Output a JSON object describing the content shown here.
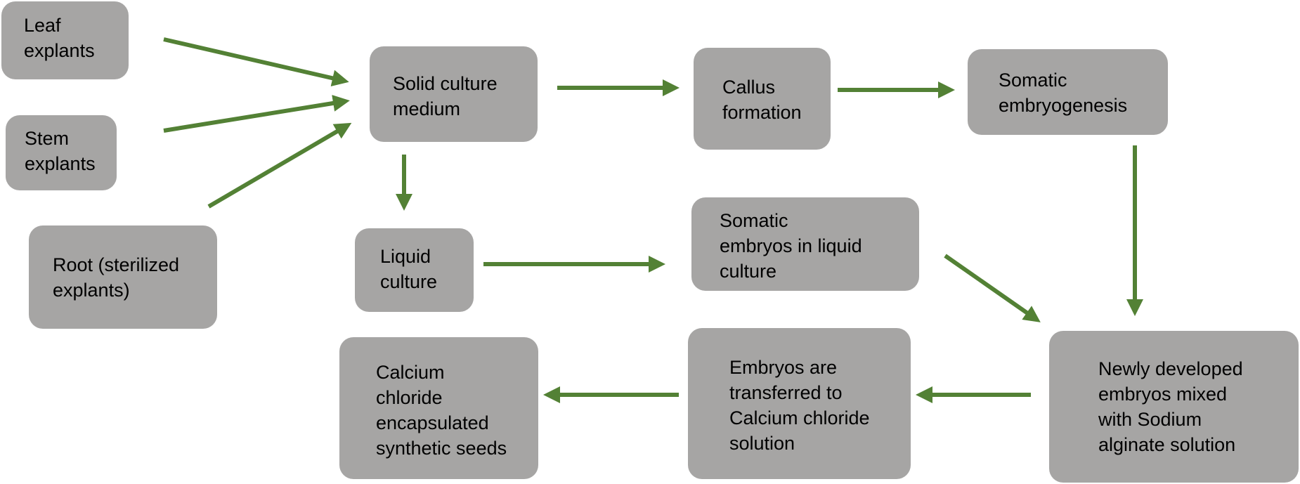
{
  "diagram": {
    "arrow_color": "#538135",
    "node_color": "#a6a5a4",
    "nodes": {
      "leaf": "Leaf\nexplants",
      "stem": "Stem\nexplants",
      "root": "Root (sterilized\nexplants)",
      "solid": "Solid culture\nmedium",
      "callus": "Callus\nformation",
      "somatic_embryogenesis": "Somatic\nembryogenesis",
      "liquid": "Liquid\nculture",
      "somatic_liquid": "Somatic\nembryos in liquid\nculture",
      "newly": "Newly developed\nembryos mixed\nwith Sodium\nalginate solution",
      "transferred": "Embryos are\ntransferred to\nCalcium chloride\nsolution",
      "calcium": "Calcium\nchloride\nencapsulated\nsynthetic seeds"
    }
  }
}
